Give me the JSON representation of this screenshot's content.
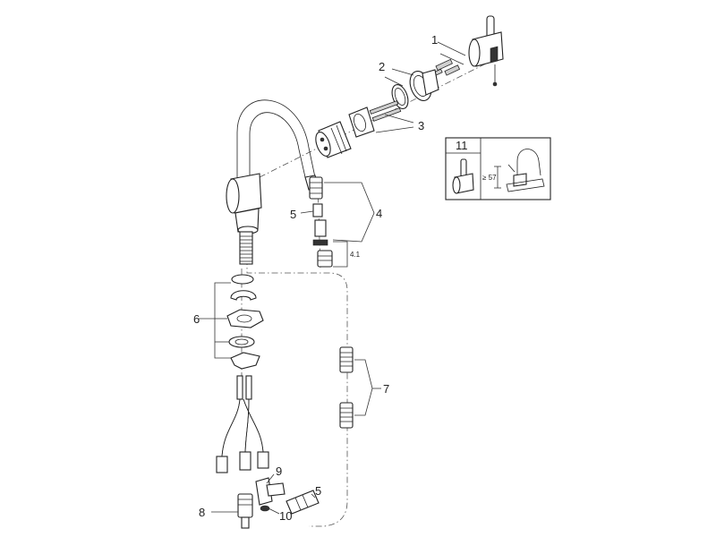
{
  "callouts": {
    "c1": "1",
    "c2": "2",
    "c3": "3",
    "c4": "4",
    "c4_1": "4.1",
    "c5_top": "5",
    "c5_bottom": "5",
    "c6": "6",
    "c7": "7",
    "c8": "8",
    "c9": "9",
    "c10": "10",
    "c11": "11"
  },
  "inset": {
    "dimension": "≥ 57"
  }
}
